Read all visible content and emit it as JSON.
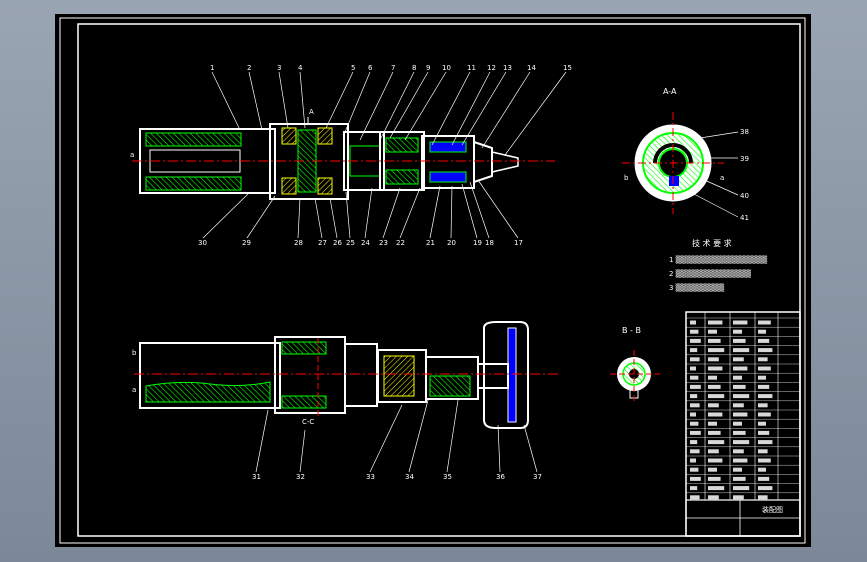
{
  "drawing": {
    "section_aa": "A-A",
    "section_bb": "B - B",
    "section_cc": "C-C",
    "marker_a": "A",
    "marker_b": "b",
    "marker_b2": "b",
    "marker_a2": "a",
    "marker_a3": "a",
    "axis_label": "a",
    "tech_title": "技 术 要 求",
    "tech_notes": [
      "1  ▒▒▒▒▒▒▒▒▒▒▒▒▒▒▒▒▒",
      "2  ▒▒▒▒▒▒▒▒▒▒▒▒▒▒",
      "3  ▒▒▒▒▒▒▒▒▒"
    ],
    "top_callouts": [
      "1",
      "2",
      "3",
      "4",
      "5",
      "6",
      "7",
      "8",
      "9",
      "10",
      "11",
      "12",
      "13",
      "14",
      "15"
    ],
    "bottom_callouts": [
      "30",
      "29",
      "28",
      "27",
      "26",
      "25",
      "24",
      "23",
      "22",
      "21",
      "20",
      "19",
      "18",
      "17"
    ],
    "aa_callouts": [
      "38",
      "39",
      "40",
      "41"
    ],
    "lower_callouts": [
      "31",
      "32",
      "33",
      "34",
      "35",
      "36",
      "37"
    ],
    "title_block_text": "装配图"
  },
  "colors": {
    "line": "#ffffff",
    "part": "#00ff00",
    "hatch": "#ffff00",
    "axis": "#ff0000",
    "accent": "#0000ff"
  }
}
